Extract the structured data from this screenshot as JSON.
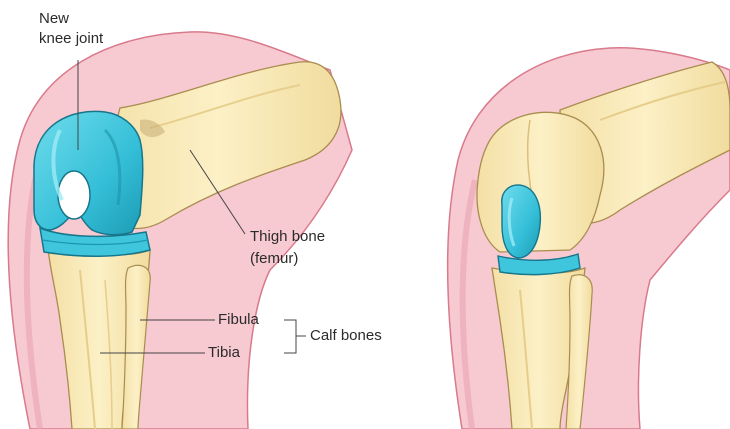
{
  "labels": {
    "new_knee_joint_line1": "New",
    "new_knee_joint_line2": "knee joint",
    "thigh_bone_line1": "Thigh bone",
    "thigh_bone_line2": "(femur)",
    "fibula": "Fibula",
    "tibia": "Tibia",
    "calf_bones": "Calf bones"
  },
  "colors": {
    "skin": "#f7c9d1",
    "skin_outline": "#c85a6e",
    "bone": "#fbeebe",
    "bone_shadow": "#efd997",
    "bone_outline": "#a98d4f",
    "implant": "#3fc6dc",
    "implant_dark": "#1d97b1",
    "implant_outline": "#16768c",
    "leader_line": "#444444",
    "text": "#2b2b2b"
  },
  "icons": {
    "left_figure": "knee-with-implant-illustration",
    "right_figure": "knee-with-implant-in-place-illustration"
  }
}
